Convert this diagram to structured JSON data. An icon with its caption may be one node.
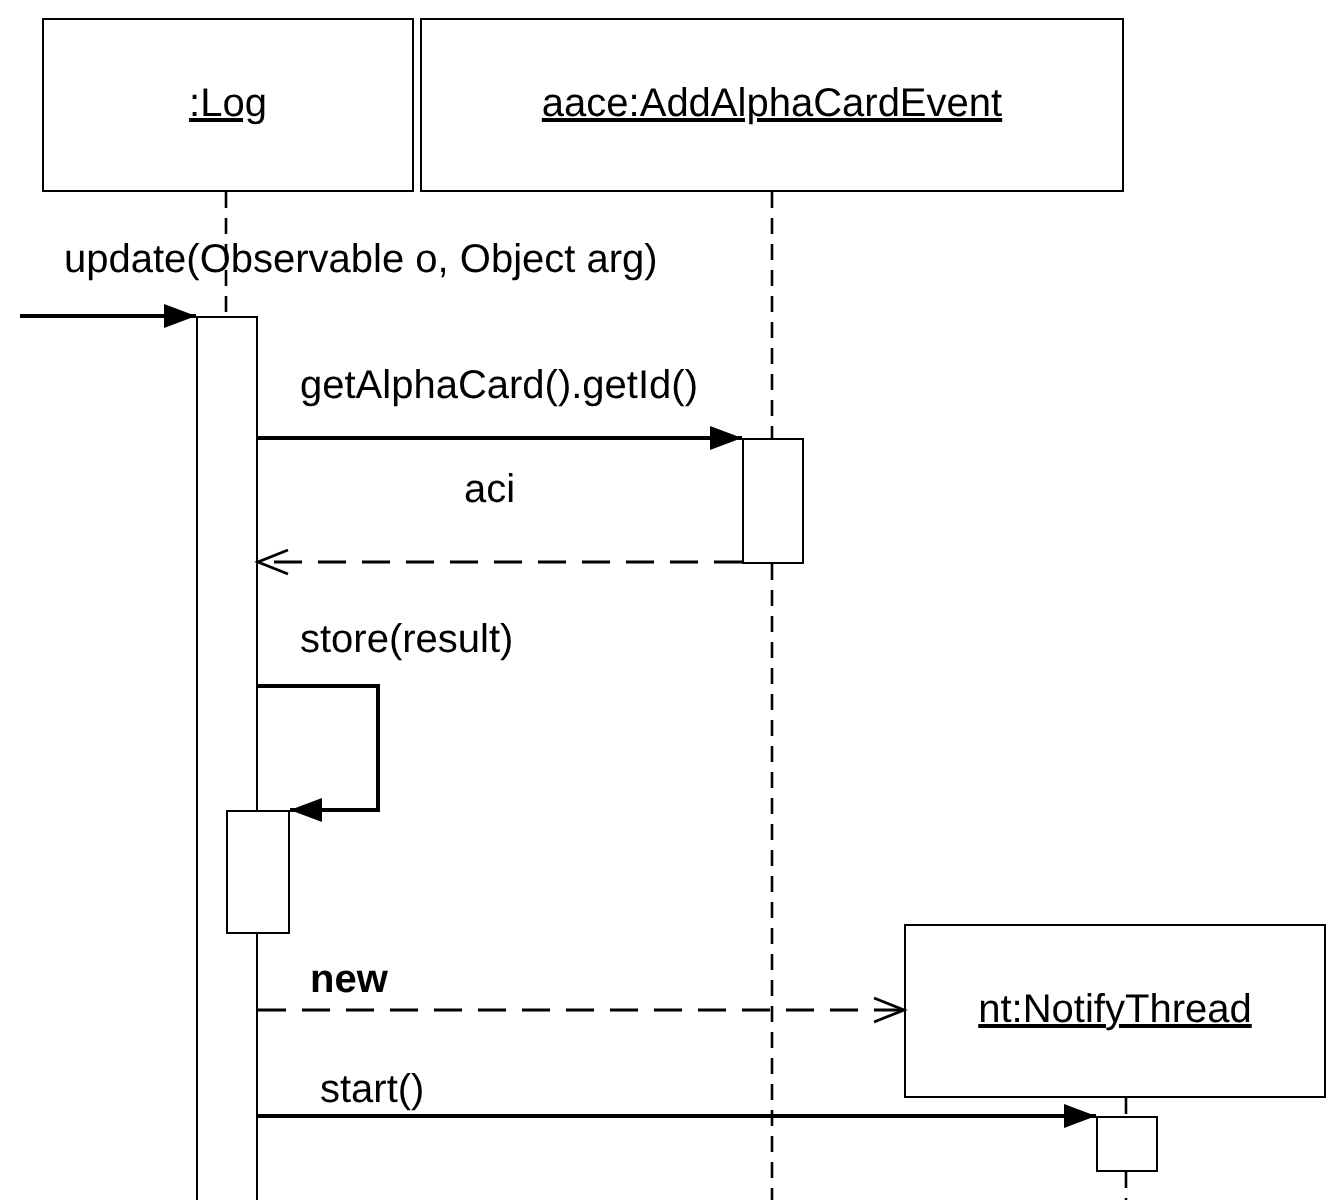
{
  "diagram": {
    "nodes": [
      {
        "text": [
          ":Log"
        ]
      },
      {
        "text": [
          "aace:AddAlphaCardEvent"
        ]
      },
      {
        "text": [
          "nt:NotifyThread"
        ]
      },
      {
        "text": [],
        "shape": "bar"
      },
      {
        "text": [],
        "shape": "bar"
      },
      {
        "text": [],
        "shape": "bar"
      },
      {
        "text": [],
        "shape": "bar"
      }
    ],
    "edges": [
      {
        "from": null,
        "to": 3,
        "arrow": "to",
        "label": "update(Observable o, Object arg)"
      },
      {
        "from": 3,
        "to": 4,
        "arrow": "to",
        "label": "getAlphaCard().getId()"
      },
      {
        "from": 4,
        "to": 3,
        "arrow": "to",
        "label": "aci",
        "style": "dashed"
      },
      {
        "from": 3,
        "to": 5,
        "arrow": "to",
        "label": "store(result)"
      },
      {
        "from": 3,
        "to": 2,
        "arrow": "to",
        "label": "new",
        "style": "dashed"
      },
      {
        "from": 3,
        "to": 6,
        "arrow": "to",
        "label": "start()"
      },
      {
        "from": 0,
        "to": 3,
        "arrow": "none",
        "style": "dashed"
      },
      {
        "from": 1,
        "to": 4,
        "arrow": "none",
        "style": "dashed"
      },
      {
        "from": 2,
        "to": 6,
        "arrow": "none",
        "style": "dashed"
      }
    ]
  }
}
